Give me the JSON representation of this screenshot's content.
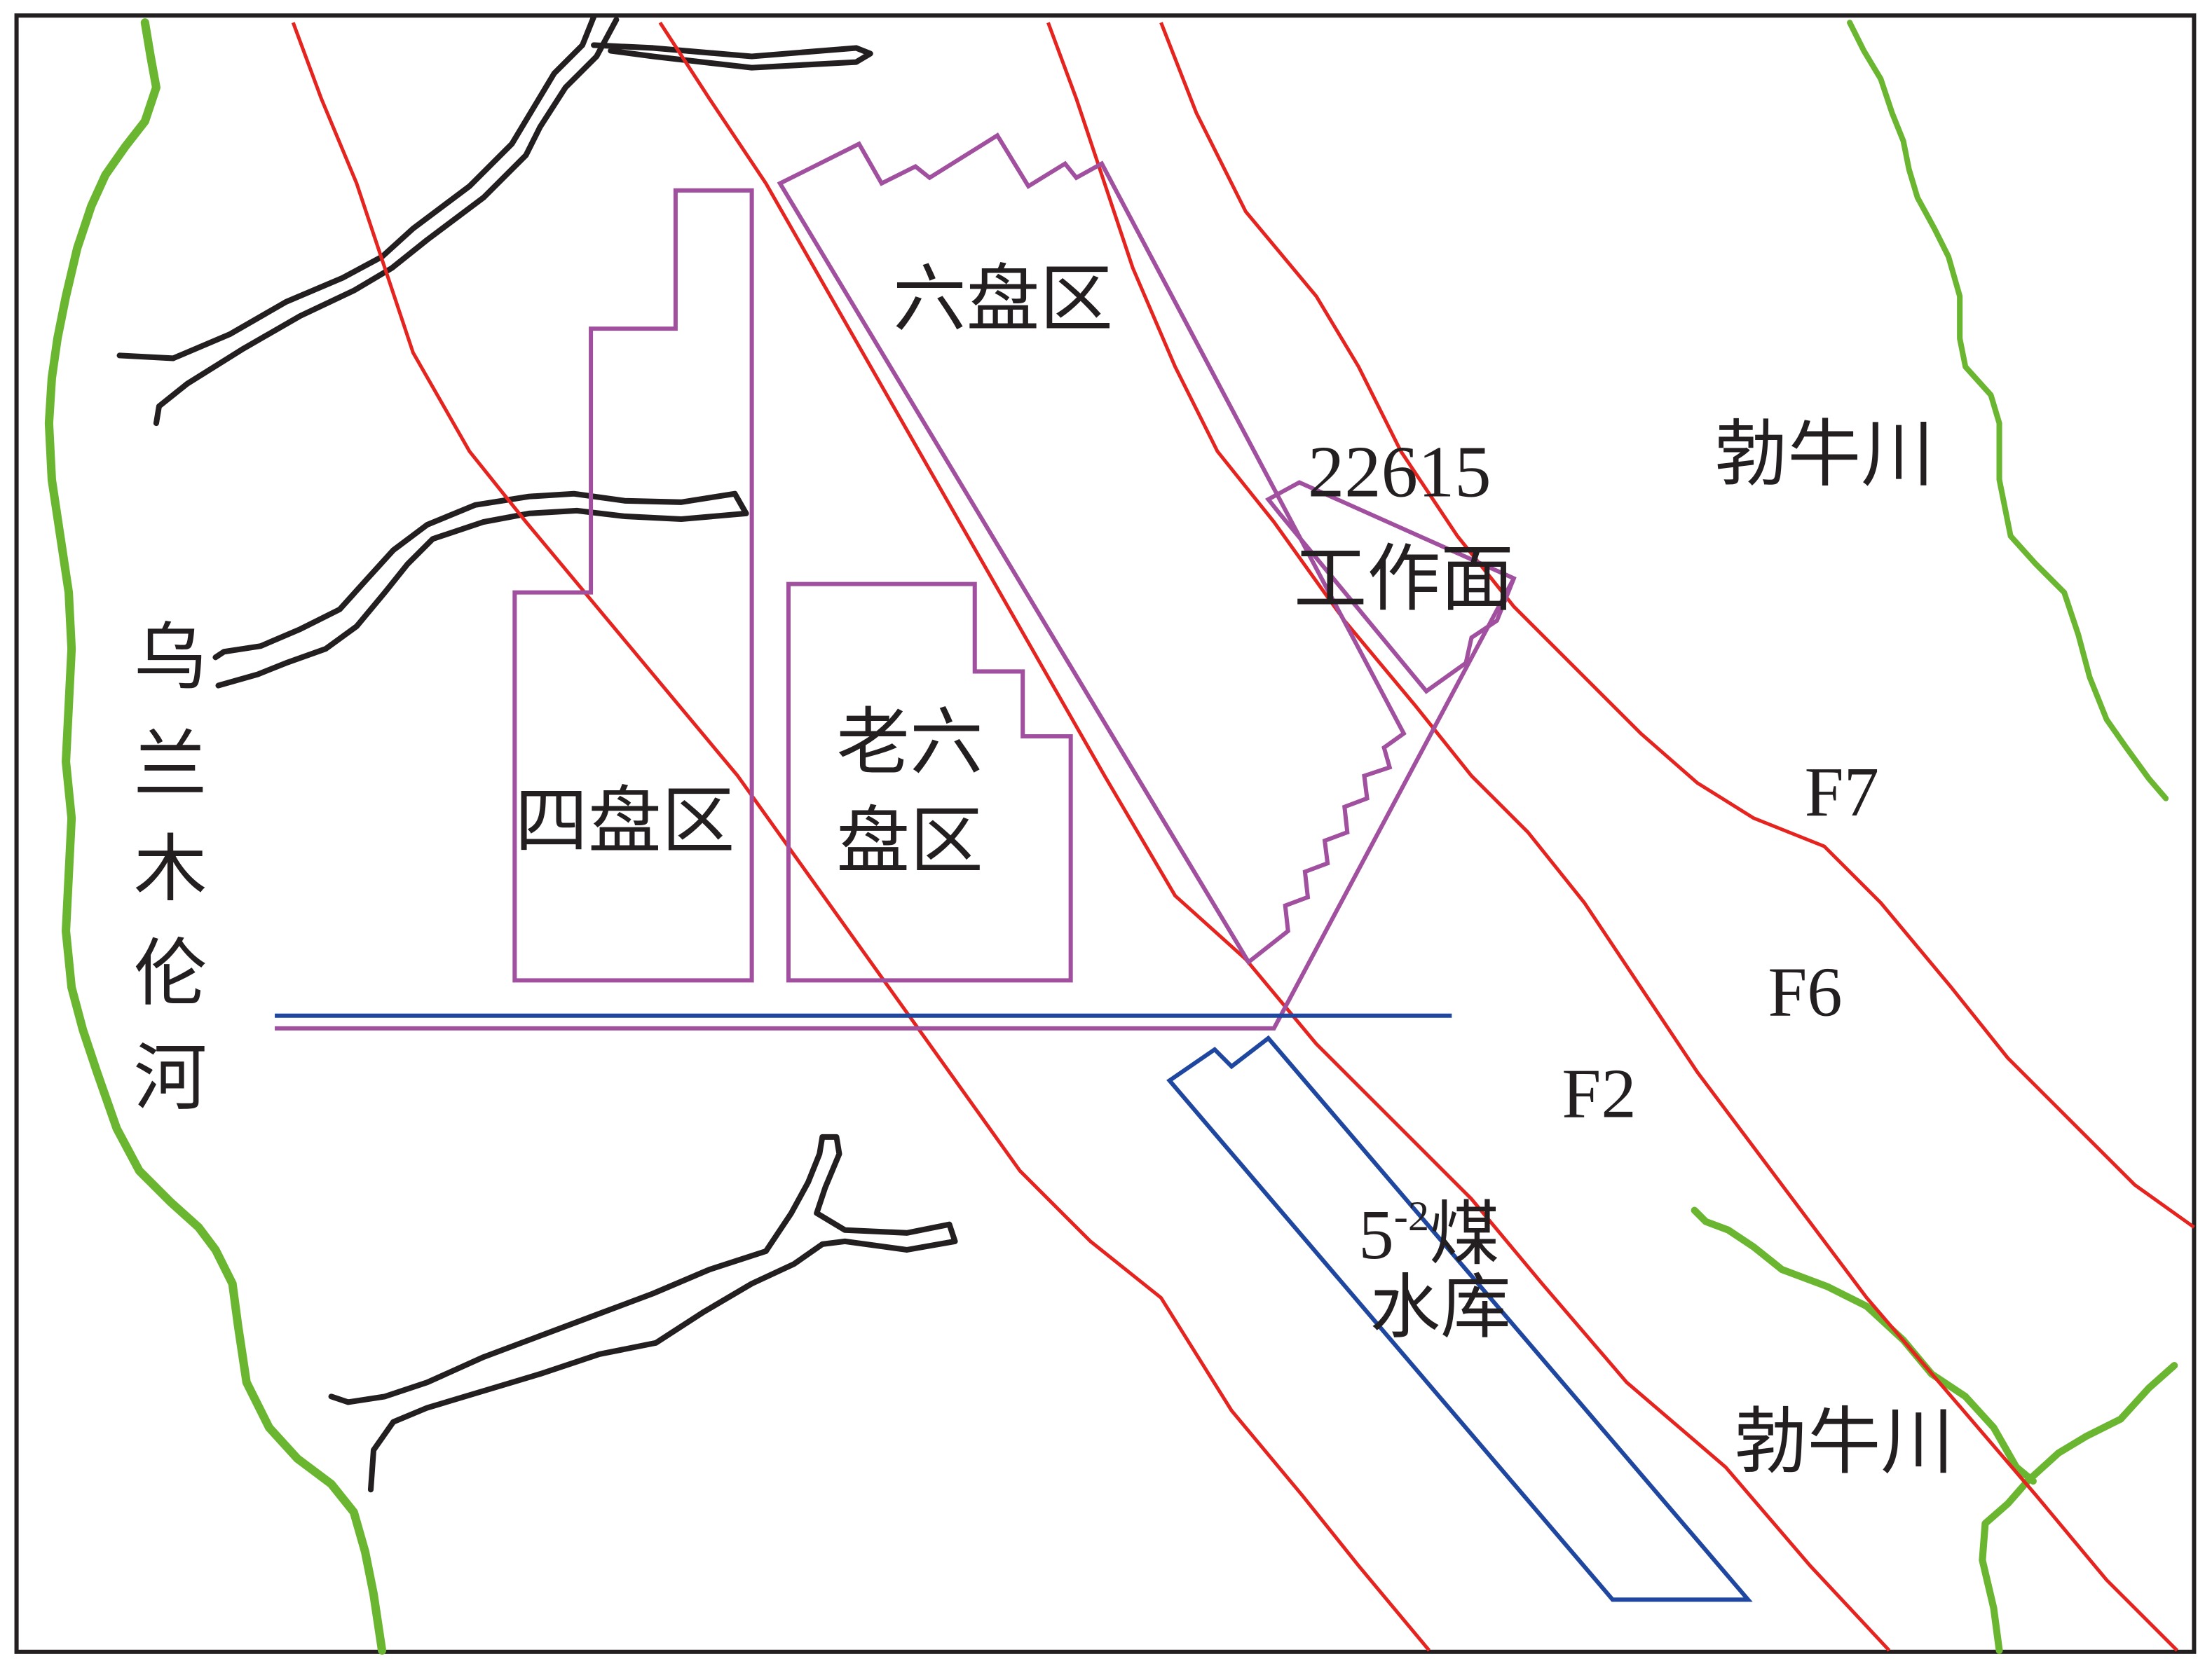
{
  "colors": {
    "fault": "#e5231f",
    "river": "#6bb630",
    "gully": "#231f20",
    "mining_area": "#a0509e",
    "reservoir": "#1f47a0",
    "frame": "#231f20",
    "text": "#231f20"
  },
  "labels": {
    "wulanmulun_he": [
      "乌",
      "兰",
      "木",
      "伦",
      "河"
    ],
    "liu_pan_qu": "六盘区",
    "si_pan_qu": "四盘区",
    "lao_liu_pan_qu": [
      "老六",
      "盘区"
    ],
    "workface_id": "22615",
    "workface_word": "工作面",
    "boniuchuan_top": "勃牛川",
    "boniuchuan_bottom": "勃牛川",
    "fault_f7": "F7",
    "fault_f6": "F6",
    "fault_f2": "F2",
    "reservoir_num": "5",
    "reservoir_sup": "-2",
    "reservoir_coal": "煤",
    "reservoir_word": "水库"
  }
}
